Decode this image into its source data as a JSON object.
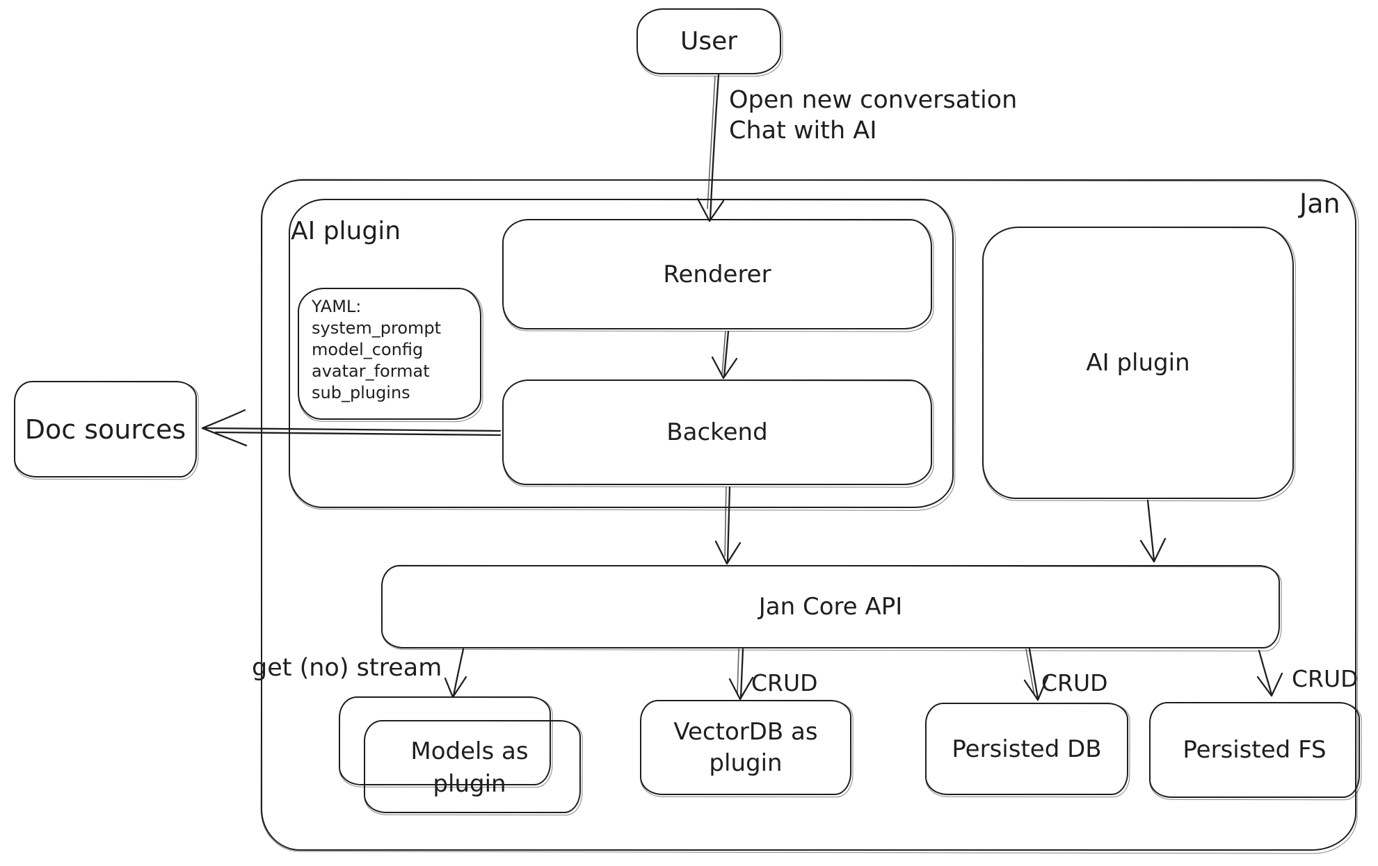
{
  "colors": {
    "ink": "#1e1e1e",
    "background": "#ffffff"
  },
  "nodes": {
    "user": {
      "label": "User"
    },
    "jan": {
      "label": "Jan"
    },
    "ai_plugin_left": {
      "label": "AI plugin"
    },
    "renderer": {
      "label": "Renderer"
    },
    "backend": {
      "label": "Backend"
    },
    "ai_plugin_right": {
      "label": "AI plugin"
    },
    "doc_sources": {
      "label": "Doc sources"
    },
    "jan_core_api": {
      "label": "Jan Core API"
    },
    "models_as_plugin": {
      "label": "Models as\nplugin"
    },
    "vectordb_as_plugin": {
      "label": "VectorDB as\nplugin"
    },
    "persisted_db": {
      "label": "Persisted DB"
    },
    "persisted_fs": {
      "label": "Persisted FS"
    }
  },
  "note": {
    "title": "YAML:",
    "lines": [
      "system_prompt",
      "model_config",
      "avatar_format",
      "sub_plugins"
    ]
  },
  "edges": {
    "user_to_renderer": {
      "label": "Open new conversation\nChat with AI"
    },
    "jan_core_to_models": {
      "label": "get (no) stream"
    },
    "jan_core_to_vectordb": {
      "label": "CRUD"
    },
    "jan_core_to_persisted_db": {
      "label": "CRUD"
    },
    "jan_core_to_persisted_fs": {
      "label": "CRUD"
    }
  }
}
